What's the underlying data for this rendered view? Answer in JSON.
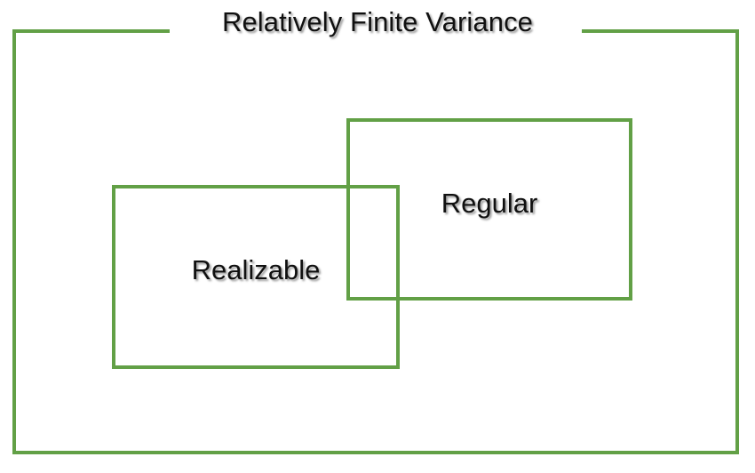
{
  "diagram": {
    "type": "venn-euler-nested-sets",
    "title": "Relatively Finite Variance",
    "accent_color": "#62a046",
    "text_color": "#101010",
    "background_color": "#ffffff",
    "outer_set": {
      "name": "relatively-finite-variance",
      "label": "Relatively Finite Variance",
      "label_position": "top-border-inset"
    },
    "sets": [
      {
        "name": "regular",
        "label": "Regular",
        "position": "upper-right"
      },
      {
        "name": "realizable",
        "label": "Realizable",
        "position": "lower-left"
      }
    ],
    "relations": [
      {
        "kind": "overlap",
        "between": [
          "Realizable",
          "Regular"
        ]
      },
      {
        "kind": "subset",
        "child": "Regular",
        "parent": "Relatively Finite Variance"
      },
      {
        "kind": "subset",
        "child": "Realizable",
        "parent": "Relatively Finite Variance"
      }
    ]
  }
}
